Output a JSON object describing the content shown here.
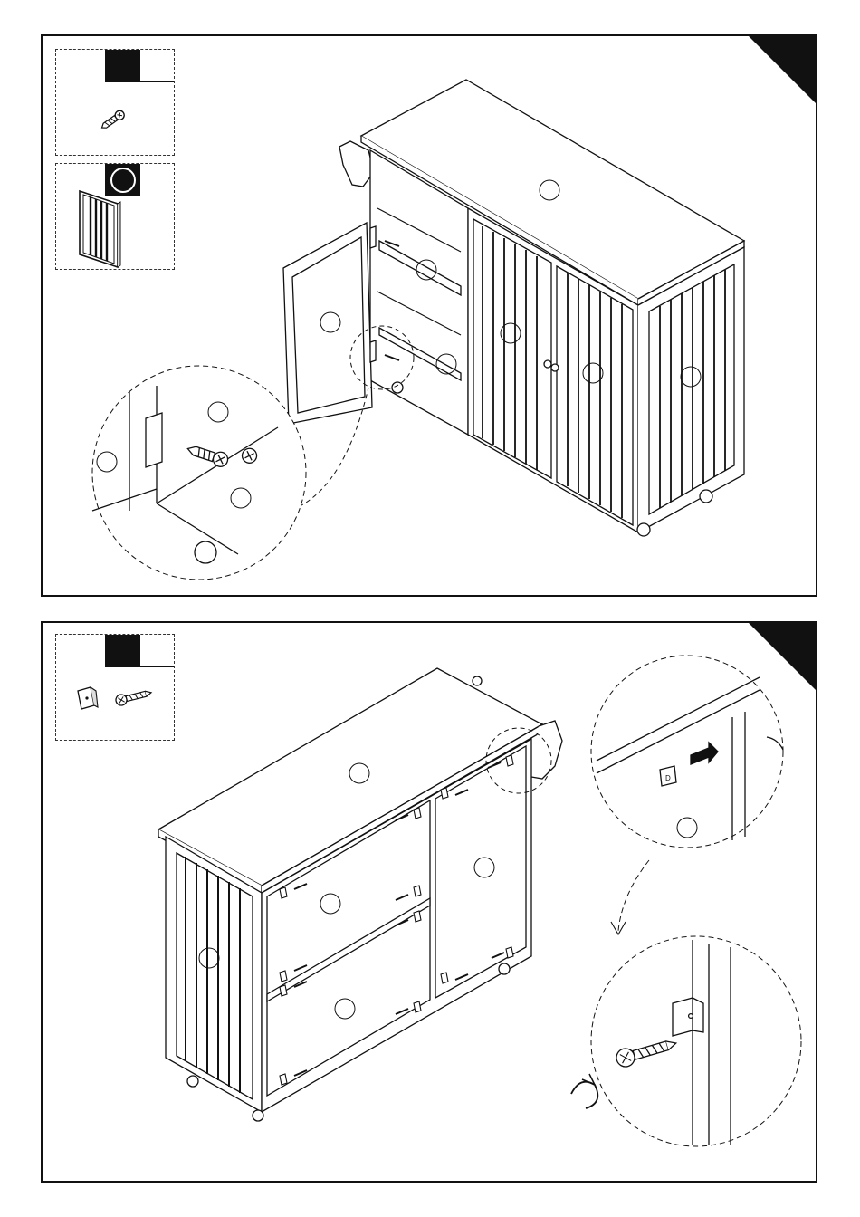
{
  "page": {
    "steps": [
      {
        "parts": [
          {
            "tag_style": "solid",
            "icon": "screw-icon"
          },
          {
            "tag_style": "ring",
            "icon": "door-frame-icon"
          }
        ],
        "detail": "hinge-screw-detail"
      },
      {
        "parts": [
          {
            "tag_style": "solid",
            "icon": "corner-bracket-and-screw-icon"
          }
        ],
        "bracket_letter": "D",
        "detail": "corner-bracket-detail"
      }
    ],
    "colors": {
      "ink": "#111111",
      "paper": "#ffffff"
    }
  }
}
